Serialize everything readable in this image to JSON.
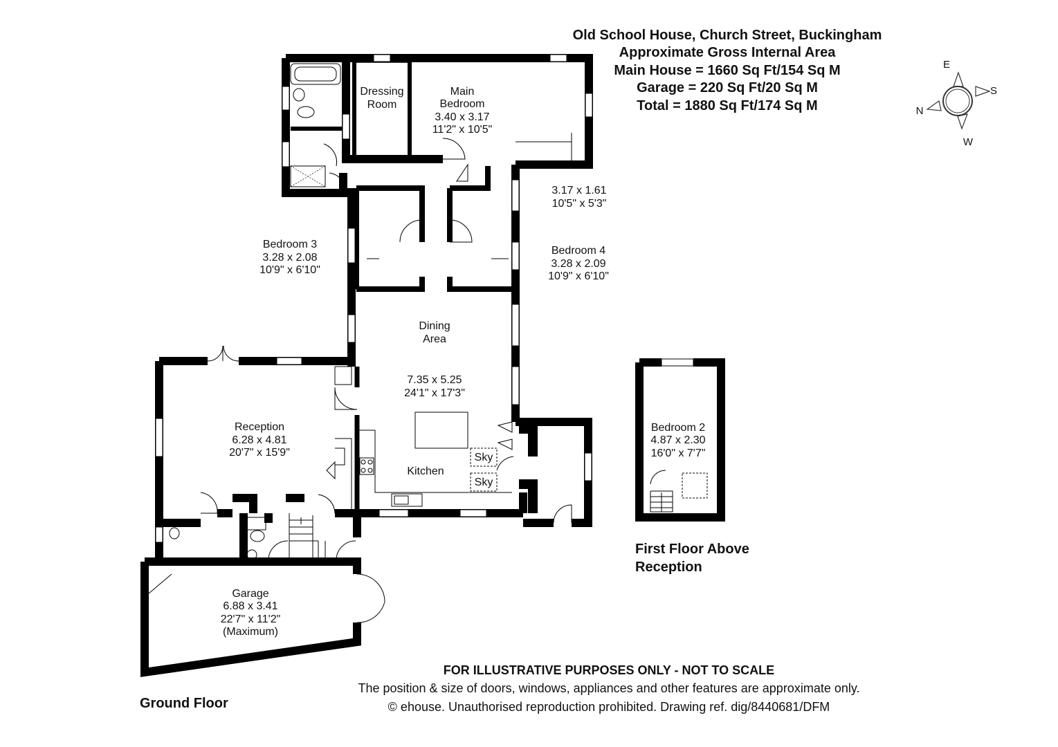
{
  "header": {
    "title": "Old School House, Church Street, Buckingham",
    "subtitle": "Approximate Gross Internal Area",
    "main_house": "Main House = 1660 Sq Ft/154 Sq M",
    "garage": "Garage = 220 Sq Ft/20 Sq M",
    "total": "Total = 1880 Sq Ft/174 Sq M"
  },
  "compass": {
    "e": "E",
    "s": "S",
    "n": "N",
    "w": "W",
    "icon": "compass-icon"
  },
  "rooms": {
    "dressing": {
      "l1": "Dressing",
      "l2": "Room"
    },
    "main_bedroom": {
      "l1": "Main",
      "l2": "Bedroom",
      "l3": "3.40 x 3.17",
      "l4": "11'2\" x 10'5\""
    },
    "landing": {
      "l1": "3.17 x 1.61",
      "l2": "10'5\" x 5'3\""
    },
    "bedroom3": {
      "l1": "Bedroom 3",
      "l2": "3.28 x 2.08",
      "l3": "10'9\" x 6'10\""
    },
    "bedroom4": {
      "l1": "Bedroom 4",
      "l2": "3.28 x 2.09",
      "l3": "10'9\" x 6'10\""
    },
    "dining": {
      "l1": "Dining",
      "l2": "Area",
      "l3": "7.35 x 5.25",
      "l4": "24'1\" x 17'3\""
    },
    "reception": {
      "l1": "Reception",
      "l2": "6.28 x 4.81",
      "l3": "20'7\" x 15'9\""
    },
    "kitchen": {
      "l1": "Kitchen"
    },
    "sky1": "Sky",
    "sky2": "Sky",
    "garage": {
      "l1": "Garage",
      "l2": "6.88 x 3.41",
      "l3": "22'7\" x 11'2\"",
      "l4": "(Maximum)"
    },
    "bedroom2": {
      "l1": "Bedroom 2",
      "l2": "4.87 x 2.30",
      "l3": "16'0\" x 7'7\""
    }
  },
  "floor_labels": {
    "first_floor_l1": "First Floor Above",
    "first_floor_l2": "Reception",
    "ground_floor": "Ground Floor"
  },
  "footer": {
    "disclaimer": "FOR ILLUSTRATIVE PURPOSES ONLY - NOT TO SCALE",
    "position_note": "The position & size of doors, windows, appliances and other features are approximate only.",
    "copyright": "© ehouse. Unauthorised reproduction prohibited. Drawing ref. dig/8440681/DFM"
  }
}
